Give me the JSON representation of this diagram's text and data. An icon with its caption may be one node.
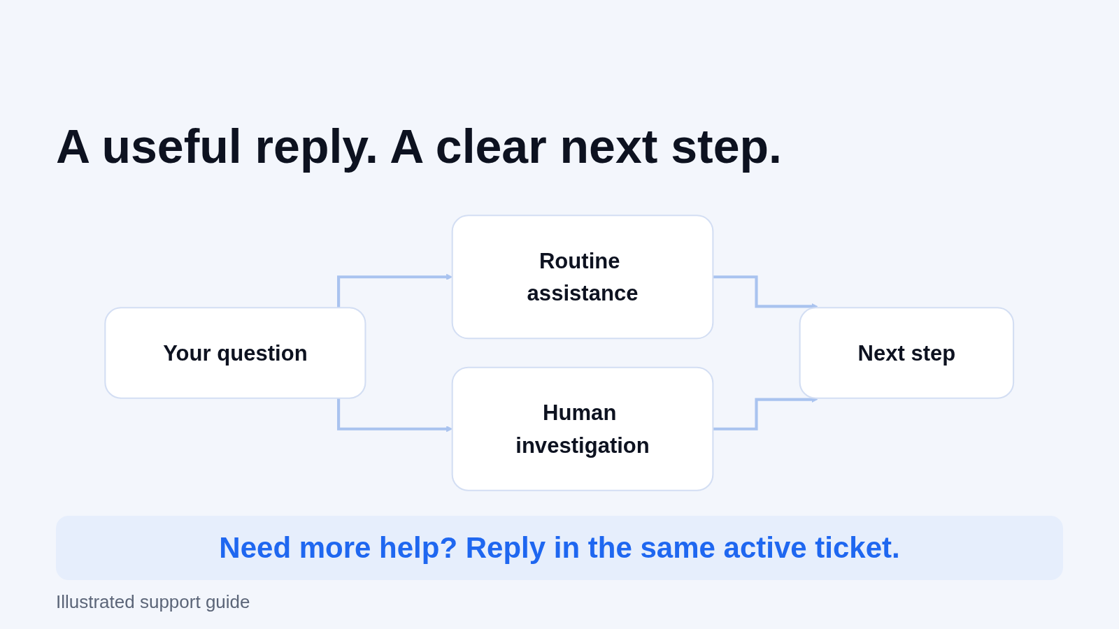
{
  "diagram": {
    "title": "A useful reply. A clear next step.",
    "caption": "Illustrated support guide",
    "nodes": [
      {
        "text": [
          "Your question"
        ]
      },
      {
        "text": [
          "Routine assistance"
        ]
      },
      {
        "text": [
          "Human investigation"
        ]
      },
      {
        "text": [
          "Next step"
        ]
      }
    ],
    "edges": [
      {
        "from": 0,
        "to": 1,
        "arrow": "to"
      },
      {
        "from": 0,
        "to": 2,
        "arrow": "to"
      },
      {
        "from": 1,
        "to": 3,
        "arrow": "to"
      },
      {
        "from": 2,
        "to": 3,
        "arrow": "to"
      }
    ],
    "labels": [
      "Need more help? Reply in the same active ticket."
    ]
  }
}
